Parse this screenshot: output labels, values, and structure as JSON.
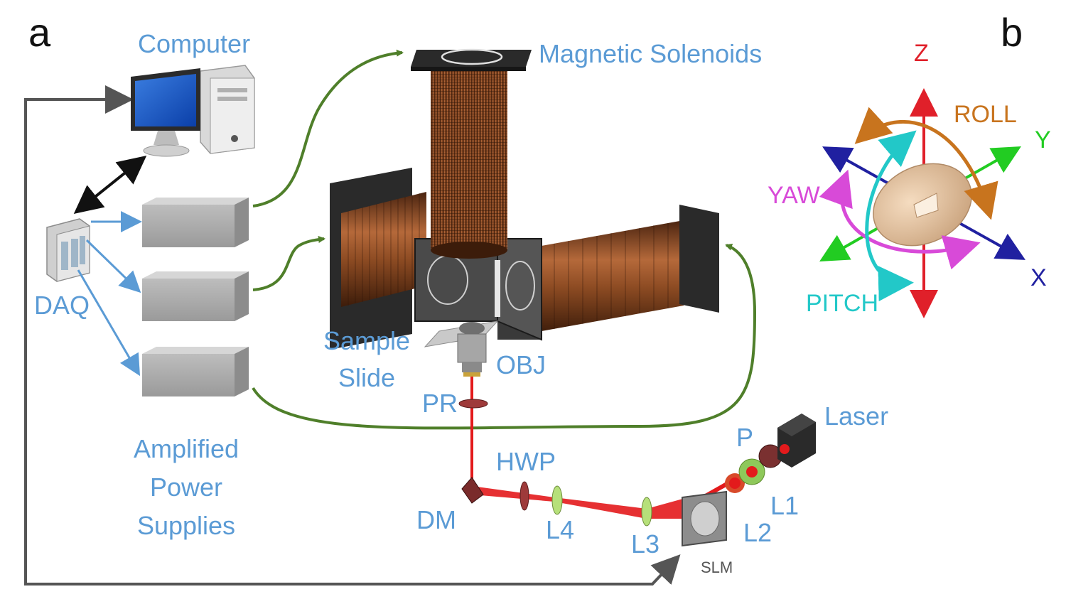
{
  "panels": {
    "a": "a",
    "b": "b"
  },
  "labels": {
    "computer": "Computer",
    "magnetic_solenoids": "Magnetic Solenoids",
    "daq": "DAQ",
    "sample_slide_1": "Sample",
    "sample_slide_2": "Slide",
    "obj": "OBJ",
    "pr": "PR",
    "amplified_1": "Amplified",
    "amplified_2": "Power",
    "amplified_3": "Supplies",
    "laser": "Laser",
    "p": "P",
    "hwp": "HWP",
    "dm": "DM",
    "l1": "L1",
    "l2": "L2",
    "l3": "L3",
    "l4": "L4",
    "slm": "SLM"
  },
  "axes": {
    "z": "Z",
    "y": "Y",
    "x": "X",
    "roll": "ROLL",
    "yaw": "YAW",
    "pitch": "PITCH"
  },
  "colors": {
    "label_blue": "#5b9bd5",
    "signal_green": "#4f7f2a",
    "daq_blue": "#5b9bd5",
    "feedback_gray": "#555555",
    "laser_red": "#e31a1c",
    "coil_copper": "#8b4a22",
    "z_axis": "#e0202a",
    "y_axis": "#22cc22",
    "x_axis": "#2020a0",
    "roll": "#c8741e",
    "yaw": "#d84ad8",
    "pitch": "#22c8c8"
  }
}
